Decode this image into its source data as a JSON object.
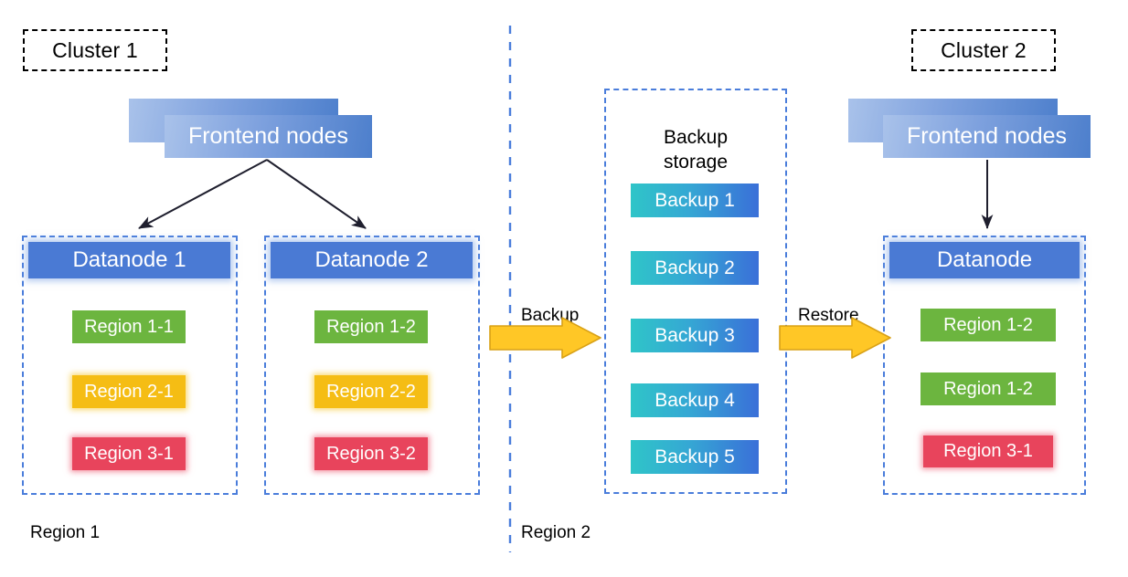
{
  "diagram": {
    "title_left": "Cluster 1",
    "title_right": "Cluster 2",
    "divider_name": "vertical-region-divider"
  },
  "colors": {
    "datanode_blue": "#4a7ad4",
    "frontend_gradient_start": "#a9c2ea",
    "frontend_gradient_end": "#4d7fcc",
    "region_green": "#6cb53f",
    "region_yellow": "#f5bd14",
    "region_red": "#e8445c",
    "backup_gradient_start": "#2fc5c8",
    "backup_gradient_end": "#3a6fd8",
    "arrow_yellow": "#ffc726",
    "arrow_yellow_border": "#d9a116",
    "dashed_blue": "#4a7ddb",
    "dashed_black": "#000000"
  },
  "cluster1": {
    "chip_label": "Cluster 1",
    "frontend_label": "Frontend nodes",
    "datanodes": [
      {
        "header": "Datanode 1",
        "regions": [
          {
            "label": "Region 1-1",
            "color": "green"
          },
          {
            "label": "Region 2-1",
            "color": "yellow"
          },
          {
            "label": "Region 3-1",
            "color": "red"
          }
        ]
      },
      {
        "header": "Datanode 2",
        "regions": [
          {
            "label": "Region 1-2",
            "color": "green"
          },
          {
            "label": "Region 2-2",
            "color": "yellow"
          },
          {
            "label": "Region 3-2",
            "color": "red"
          }
        ]
      }
    ],
    "footer_label": "Region 1"
  },
  "backup_storage": {
    "title": "Backup\nstorage",
    "items": [
      {
        "label": "Backup 1"
      },
      {
        "label": "Backup 2"
      },
      {
        "label": "Backup 3"
      },
      {
        "label": "Backup 4"
      },
      {
        "label": "Backup 5"
      }
    ],
    "footer_label": "Region 2"
  },
  "flows": {
    "backup_label": "Backup",
    "restore_label": "Restore"
  },
  "cluster2": {
    "chip_label": "Cluster 2",
    "frontend_label": "Frontend nodes",
    "datanode": {
      "header": "Datanode",
      "regions": [
        {
          "label": "Region 1-2",
          "color": "green"
        },
        {
          "label": "Region 1-2",
          "color": "green"
        },
        {
          "label": "Region 3-1",
          "color": "red"
        }
      ]
    }
  }
}
